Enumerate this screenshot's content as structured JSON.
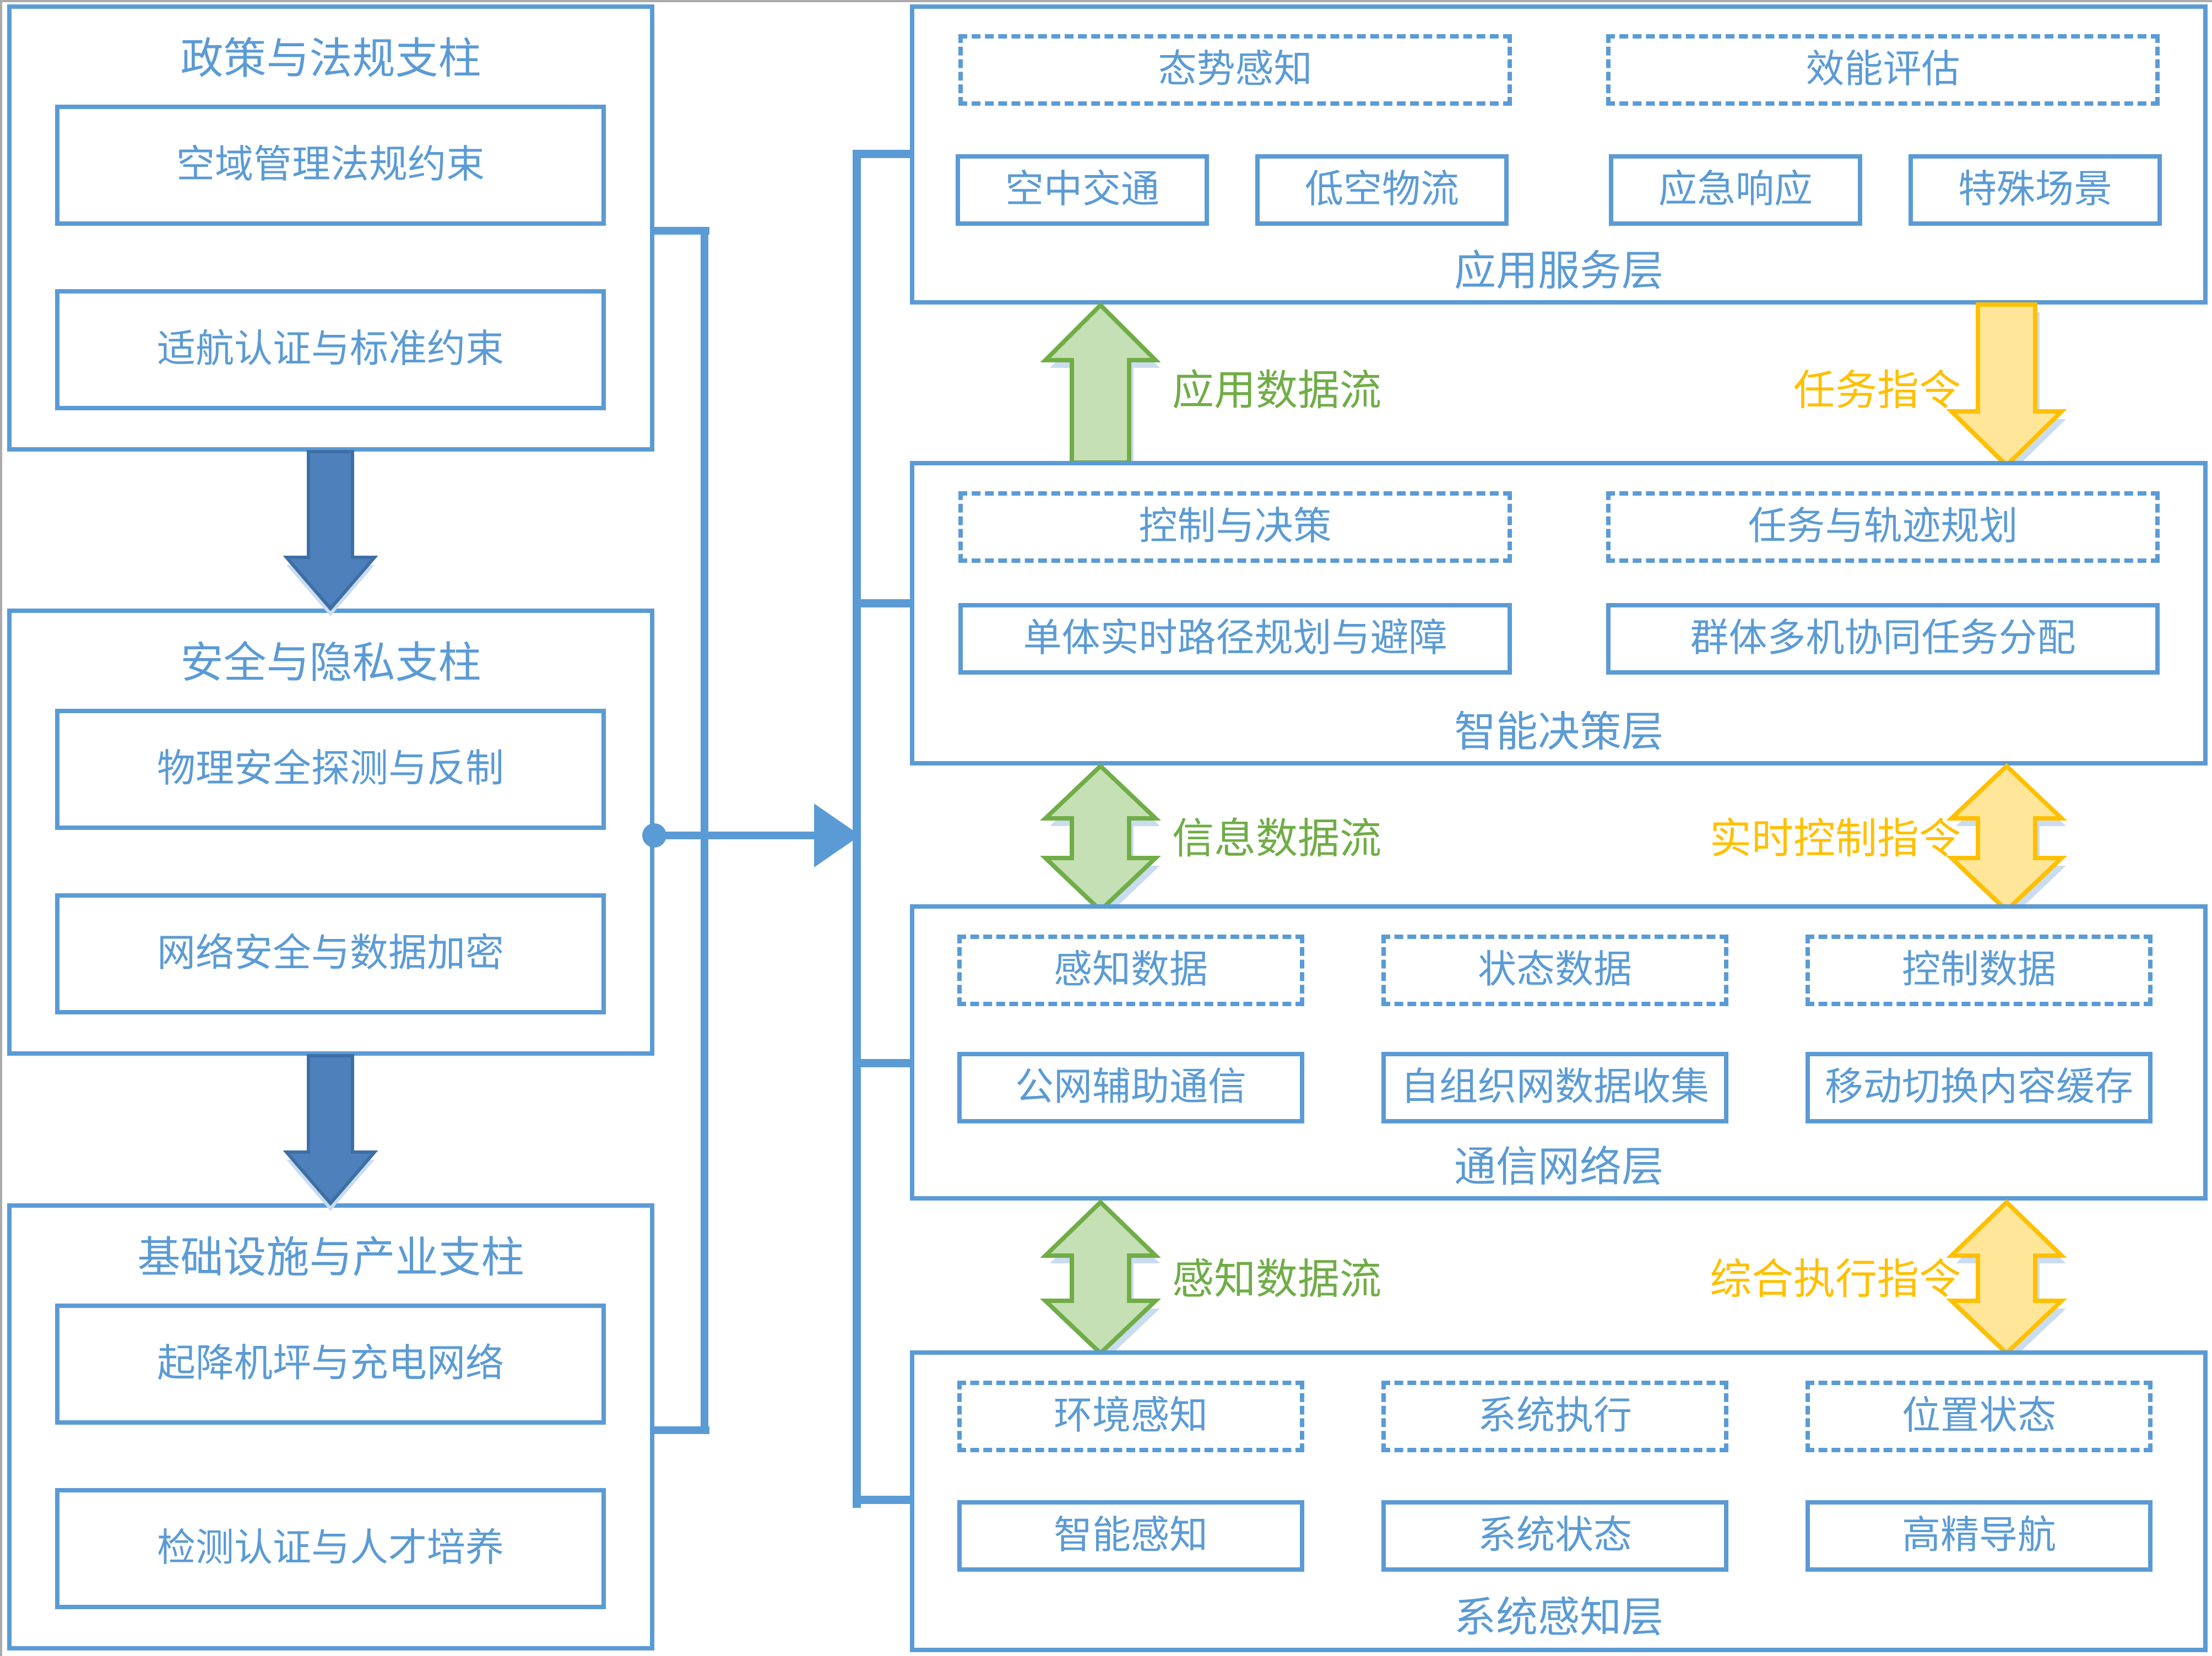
{
  "colors": {
    "line_blue": "#5B9BD5",
    "pillar_arrow_fill": "#4E80BC",
    "pillar_arrow_border": "#3D6EA5",
    "green_border": "#70AD47",
    "green_fill": "#C5E0B4",
    "yellow_border": "#FFC000",
    "yellow_fill": "#FFE699",
    "shadow_blue": "#C9DCF0"
  },
  "pillars": [
    {
      "title": "政策与法规支柱",
      "items": [
        "空域管理法规约束",
        "适航认证与标准约束"
      ]
    },
    {
      "title": "安全与隐私支柱",
      "items": [
        "物理安全探测与反制",
        "网络安全与数据加密"
      ]
    },
    {
      "title": "基础设施与产业支柱",
      "items": [
        "起降机坪与充电网络",
        "检测认证与人才培养"
      ]
    }
  ],
  "layers": [
    {
      "label": "应用服务层",
      "dashed": [
        "态势感知",
        "效能评估"
      ],
      "solid": [
        "空中交通",
        "低空物流",
        "应急响应",
        "特殊场景"
      ]
    },
    {
      "label": "智能决策层",
      "dashed": [
        "控制与决策",
        "任务与轨迹规划"
      ],
      "solid": [
        "单体实时路径规划与避障",
        "群体多机协同任务分配"
      ]
    },
    {
      "label": "通信网络层",
      "dashed": [
        "感知数据",
        "状态数据",
        "控制数据"
      ],
      "solid": [
        "公网辅助通信",
        "自组织网数据收集",
        "移动切换内容缓存"
      ]
    },
    {
      "label": "系统感知层",
      "dashed": [
        "环境感知",
        "系统执行",
        "位置状态"
      ],
      "solid": [
        "智能感知",
        "系统状态",
        "高精导航"
      ]
    }
  ],
  "flows": [
    {
      "up": "应用数据流",
      "down": "任务指令"
    },
    {
      "up": "信息数据流",
      "down": "实时控制指令"
    },
    {
      "up": "感知数据流",
      "down": "综合执行指令"
    }
  ]
}
